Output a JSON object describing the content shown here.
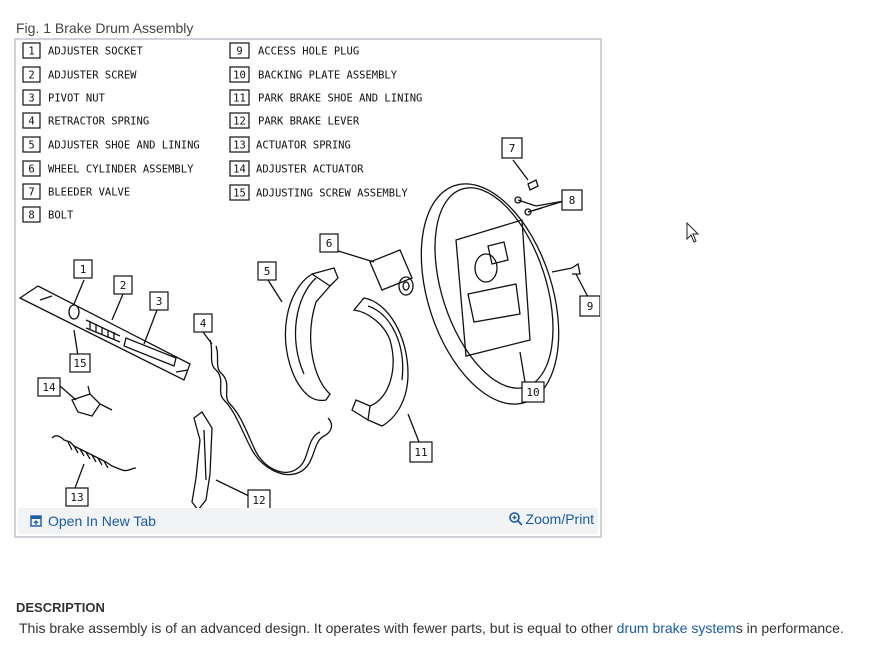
{
  "figure": {
    "caption": "Fig. 1 Brake Drum Assembly",
    "legend": [
      {
        "num": "1",
        "label": "ADJUSTER SOCKET"
      },
      {
        "num": "2",
        "label": "ADJUSTER SCREW"
      },
      {
        "num": "3",
        "label": "PIVOT NUT"
      },
      {
        "num": "4",
        "label": "RETRACTOR SPRING"
      },
      {
        "num": "5",
        "label": "ADJUSTER SHOE AND LINING"
      },
      {
        "num": "6",
        "label": "WHEEL CYLINDER ASSEMBLY"
      },
      {
        "num": "7",
        "label": "BLEEDER VALVE"
      },
      {
        "num": "8",
        "label": "BOLT"
      },
      {
        "num": "9",
        "label": "ACCESS HOLE PLUG"
      },
      {
        "num": "10",
        "label": "BACKING PLATE ASSEMBLY"
      },
      {
        "num": "11",
        "label": "PARK BRAKE SHOE AND LINING"
      },
      {
        "num": "12",
        "label": "PARK BRAKE LEVER"
      },
      {
        "num": "13",
        "label": "ACTUATOR SPRING"
      },
      {
        "num": "14",
        "label": "ADJUSTER ACTUATOR"
      },
      {
        "num": "15",
        "label": "ADJUSTING SCREW ASSEMBLY"
      }
    ],
    "callouts": [
      "1",
      "2",
      "3",
      "4",
      "5",
      "6",
      "7",
      "8",
      "9",
      "10",
      "11",
      "12",
      "13",
      "14",
      "15"
    ],
    "open_tab_label": "Open In New Tab",
    "zoom_label": "Zoom/Print",
    "open_tab_icon": "open-in-new-tab-icon",
    "zoom_icon": "zoom-in-icon"
  },
  "description": {
    "heading": "DESCRIPTION",
    "text_before": "This brake assembly is of an advanced design. It operates with fewer parts, but is equal to other ",
    "link_text": "drum brake system",
    "text_after": "s in performance."
  },
  "colors": {
    "link": "#1a5aa8",
    "frame_border": "#cfd3d8",
    "footer_bg": "#f1f3f5"
  }
}
